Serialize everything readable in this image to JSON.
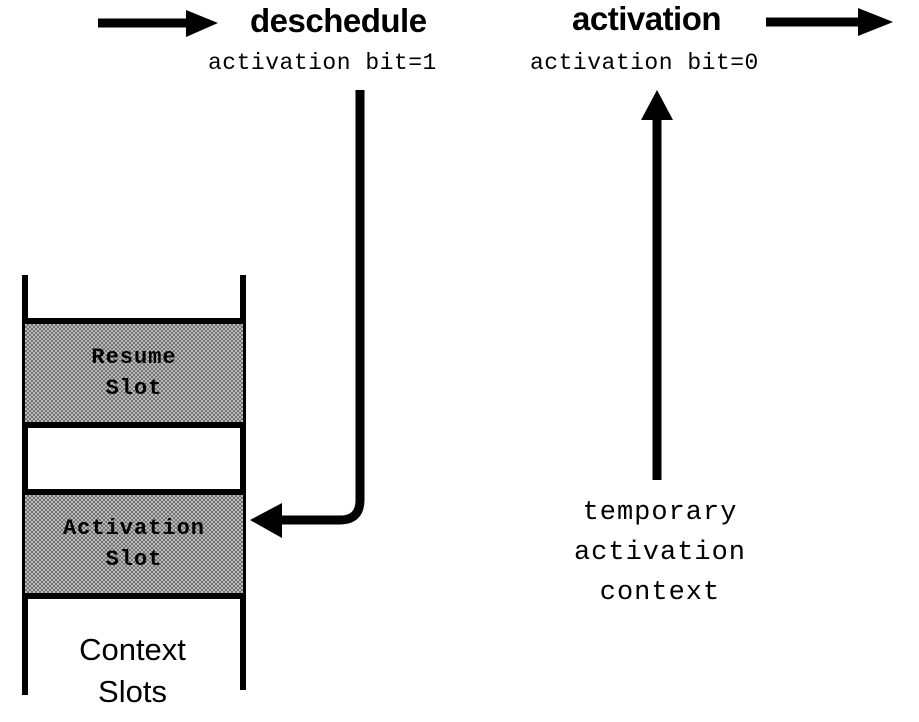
{
  "figure": {
    "title_top_left": "deschedule",
    "title_top_right": "activation",
    "subtitle_left": "activation bit=1",
    "subtitle_right": "activation bit=0",
    "column_caption_line1": "Context",
    "column_caption_line2": "Slots",
    "right_caption_line1": "temporary",
    "right_caption_line2": "activation",
    "right_caption_line3": "context",
    "slots": [
      {
        "line1": "Resume",
        "line2": "Slot"
      },
      {
        "line1": "Activation",
        "line2": "Slot"
      }
    ],
    "icons": {
      "left_transition_arrow": "arrow-right-icon",
      "right_transition_arrow": "arrow-right-icon",
      "deschedule_path": "elbow-arrow-left-icon",
      "activation_path": "arrow-up-icon"
    },
    "colors": {
      "ink": "#000000",
      "background": "#ffffff",
      "slot_fill": "#b9b9b9"
    }
  }
}
